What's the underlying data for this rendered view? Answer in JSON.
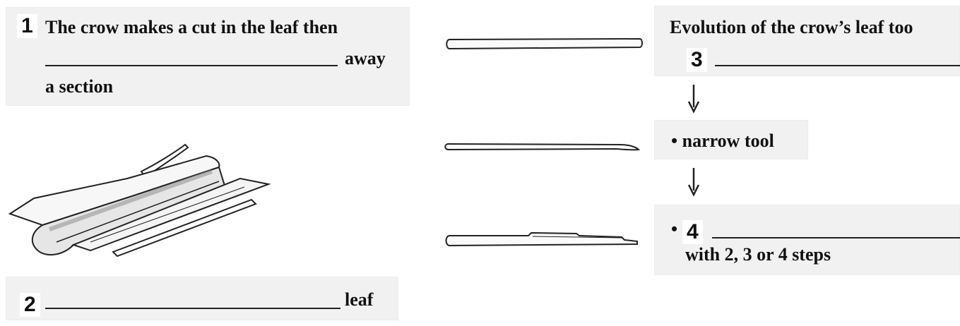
{
  "step1": {
    "number": "1",
    "line1": "The crow makes a cut in the leaf then",
    "after_blank": "away",
    "line3": "a section"
  },
  "step2": {
    "number": "2",
    "after_blank": "leaf"
  },
  "evolution": {
    "title": "Evolution of the crow’s leaf too",
    "stage1_number": "3",
    "stage2_text": "• narrow tool",
    "stage3_bullet": "•",
    "stage3_number": "4",
    "stage3_text": "with 2, 3 or 4 steps"
  },
  "icons": {
    "arrow1": "down-arrow-icon",
    "arrow2": "down-arrow-icon"
  }
}
